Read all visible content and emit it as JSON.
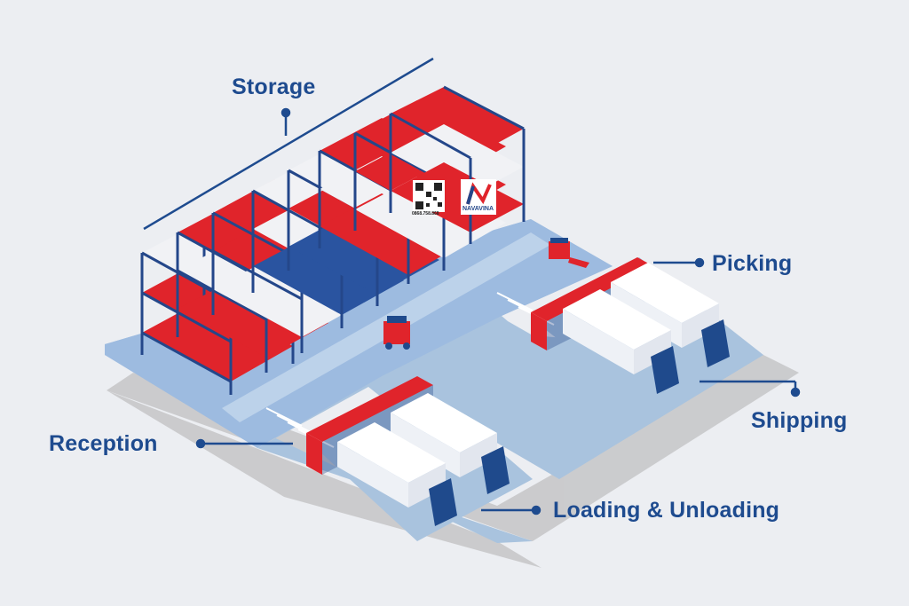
{
  "labels": {
    "storage": "Storage",
    "picking": "Picking",
    "shipping": "Shipping",
    "reception": "Reception",
    "loading": "Loading & Unloading"
  },
  "logo": {
    "brand_text": "NAVAVINA",
    "qr_caption": "0868.758.868"
  },
  "colors": {
    "background": "#eceef2",
    "floor": "#a9c3de",
    "floor_top": "#8fb3d8",
    "shadow": "#c8c8ca",
    "rack_frame": "#24478a",
    "pallet_red": "#e0242b",
    "pallet_white": "#f1f2f5",
    "truck_cab": "#1f4a8c",
    "label_text": "#1e4b8f"
  }
}
